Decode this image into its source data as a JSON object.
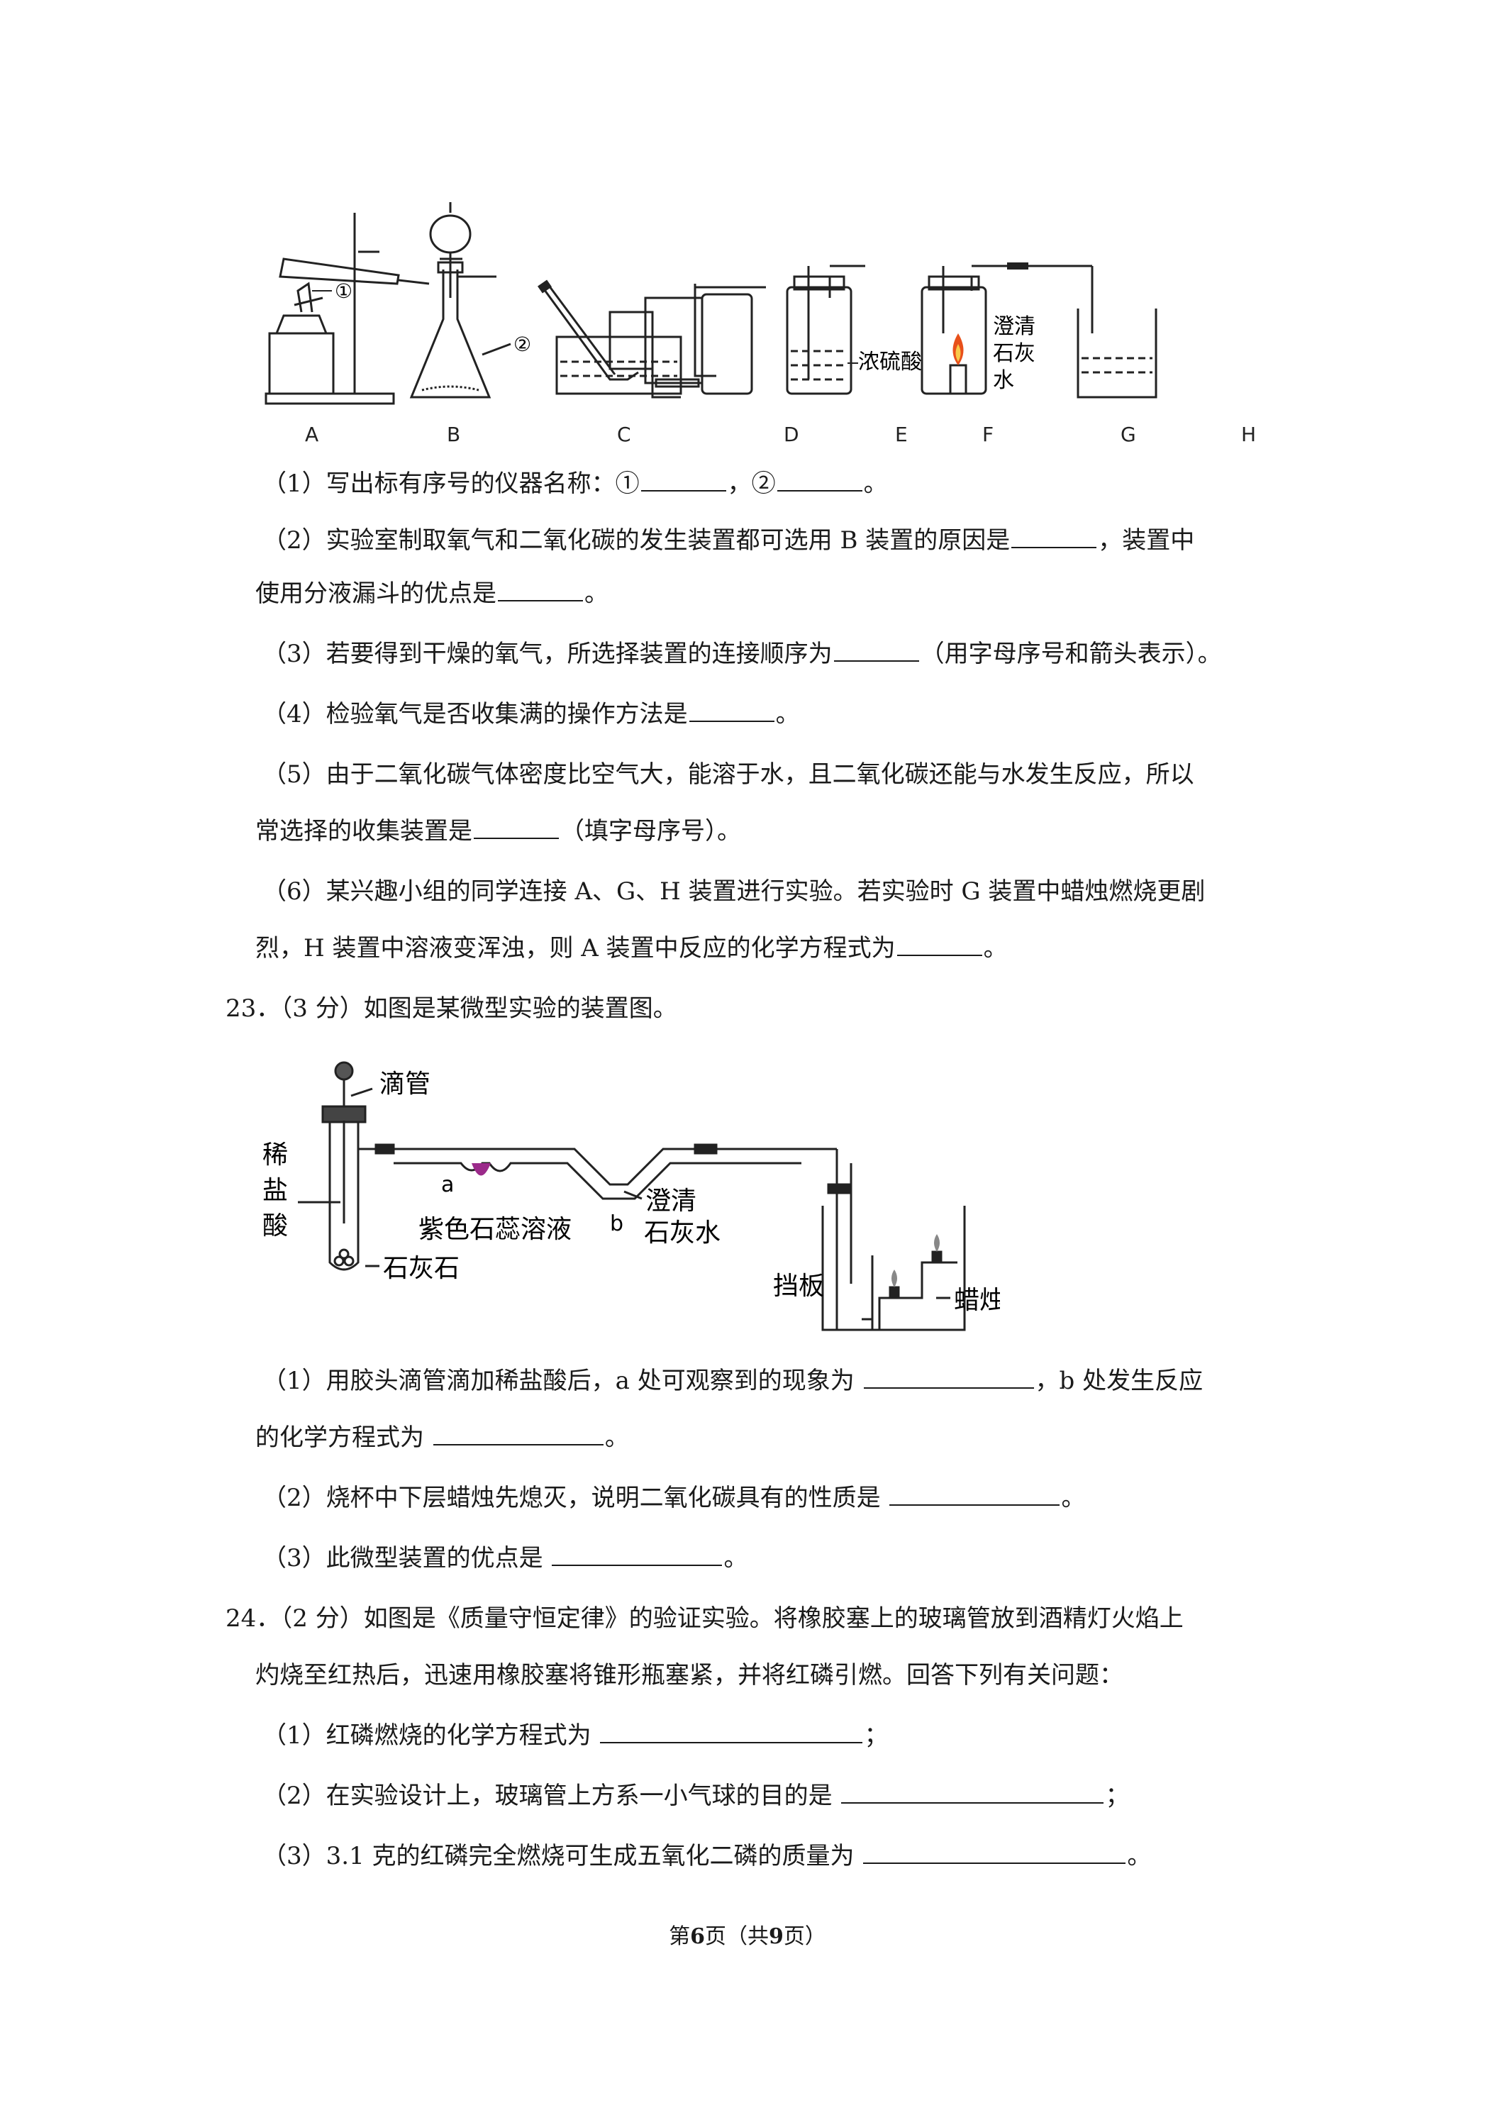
{
  "figure1": {
    "labels": [
      "A",
      "B",
      "C",
      "D",
      "E",
      "F",
      "G",
      "H"
    ],
    "marker1": "①",
    "marker2": "②",
    "acid_label": "浓硫酸",
    "limewater_label_1": "澄清",
    "limewater_label_2": "石灰",
    "limewater_label_3": "水"
  },
  "q22": {
    "p1_text": "（1）写出标有序号的仪器名称：①",
    "p1_sep": "，②",
    "p1_end": "。",
    "p2_a": "（2）实验室制取氧气和二氧化碳的发生装置都可选用 B 装置的原因是",
    "p2_b": "，装置中",
    "p2_c": "使用分液漏斗的优点是",
    "p2_d": "。",
    "p3_a": "（3）若要得到干燥的氧气，所选择装置的连接顺序为",
    "p3_b": "（用字母序号和箭头表示）。",
    "p4_a": "（4）检验氧气是否收集满的操作方法是",
    "p4_b": "。",
    "p5_a": "（5）由于二氧化碳气体密度比空气大，能溶于水，且二氧化碳还能与水发生反应，所以",
    "p5_b": "常选择的收集装置是",
    "p5_c": "（填字母序号）。",
    "p6_a": "（6）某兴趣小组的同学连接 A、G、H 装置进行实验。若实验时 G 装置中蜡烛燃烧更剧",
    "p6_b": "烈，H 装置中溶液变浑浊，则 A 装置中反应的化学方程式为",
    "p6_c": "。"
  },
  "q23": {
    "title": "23．（3 分）如图是某微型实验的装置图。",
    "fig": {
      "dropper": "滴管",
      "acid1": "稀",
      "acid2": "盐",
      "acid3": "酸",
      "a": "a",
      "b": "b",
      "litmus": "紫色石蕊溶液",
      "limestone": "石灰石",
      "clear1": "澄清",
      "clear2": "石灰水",
      "baffle": "挡板",
      "candle": "蜡烛"
    },
    "p1_a": "（1）用胶头滴管滴加稀盐酸后，a 处可观察到的现象为",
    "p1_b": "，b 处发生反应",
    "p1_c": "的化学方程式为",
    "p1_d": "。",
    "p2_a": "（2）烧杯中下层蜡烛先熄灭，说明二氧化碳具有的性质是",
    "p2_b": "。",
    "p3_a": "（3）此微型装置的优点是",
    "p3_b": "。"
  },
  "q24": {
    "title_a": "24．（2 分）如图是《质量守恒定律》的验证实验。将橡胶塞上的玻璃管放到酒精灯火焰上",
    "title_b": "灼烧至红热后，迅速用橡胶塞将锥形瓶塞紧，并将红磷引燃。回答下列有关问题：",
    "p1_a": "（1）红磷燃烧的化学方程式为",
    "p1_b": "；",
    "p2_a": "（2）在实验设计上，玻璃管上方系一小气球的目的是",
    "p2_b": "；",
    "p3_a": "（3）3.1 克的红磷完全燃烧可生成五氧化二磷的质量为",
    "p3_b": "。"
  },
  "footer": {
    "pre": "第",
    "page": "6",
    "mid": "页（共",
    "total": "9",
    "post": "页）"
  }
}
